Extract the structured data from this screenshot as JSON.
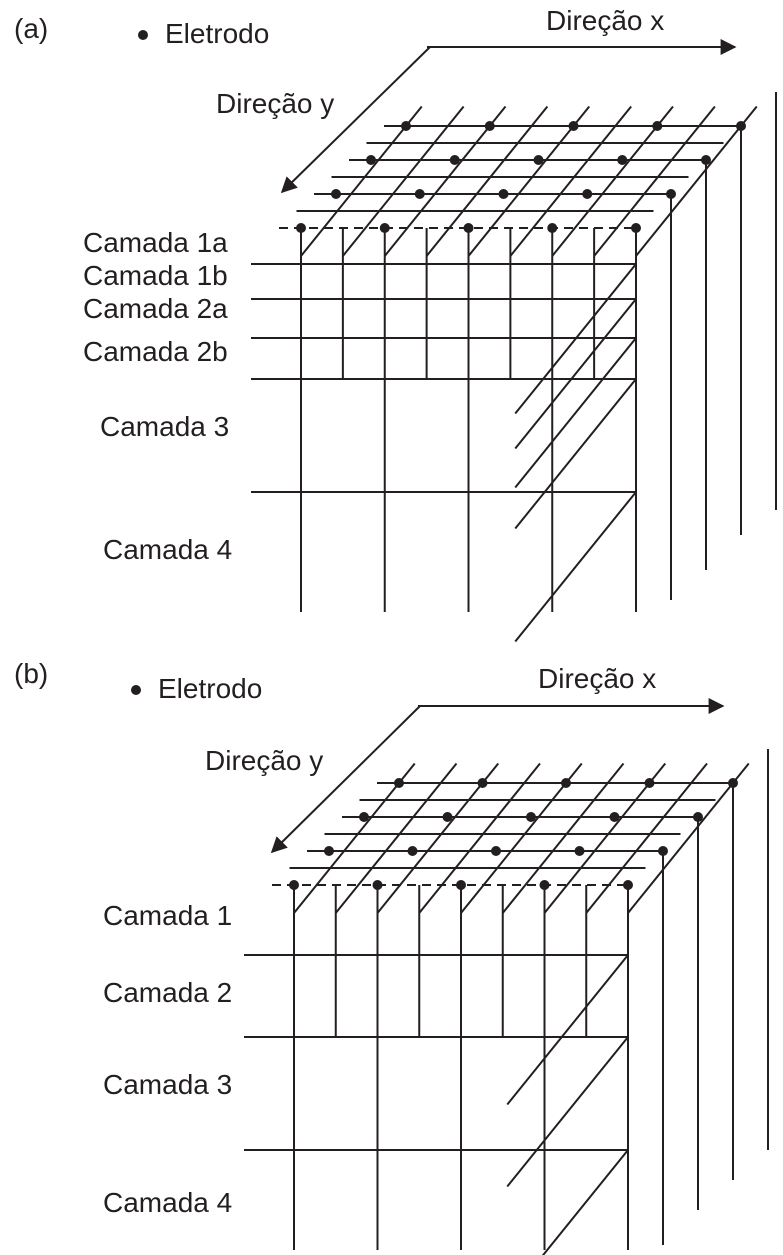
{
  "colors": {
    "ink": "#231f20",
    "background": "#ffffff"
  },
  "panel_a": {
    "label": "(a)",
    "legend": "Eletrodo",
    "x_direction": "Direção x",
    "y_direction": "Direção y",
    "layers": [
      "Camada 1a",
      "Camada 1b",
      "Camada 2a",
      "Camada 2b",
      "Camada 3",
      "Camada 4"
    ]
  },
  "panel_b": {
    "label": "(b)",
    "legend": "Eletrodo",
    "x_direction": "Direção x",
    "y_direction": "Direção y",
    "layers": [
      "Camada 1",
      "Camada 2",
      "Camada 3",
      "Camada 4"
    ]
  }
}
